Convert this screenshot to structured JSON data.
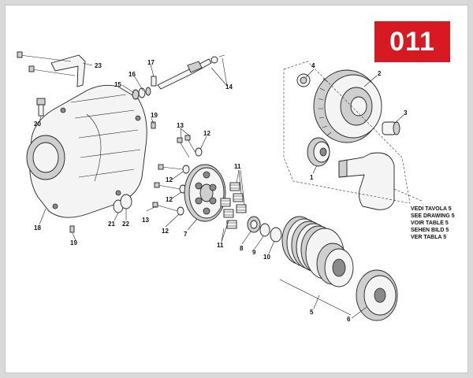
{
  "badge": {
    "text": "011",
    "color": "#d71a21"
  },
  "callouts": {
    "c1": "1",
    "c2": "2",
    "c3": "3",
    "c4": "4",
    "c5": "5",
    "c6": "6",
    "c7": "7",
    "c8": "8",
    "c9": "9",
    "c10": "10",
    "c11a": "11",
    "c11b": "11",
    "c12a": "12",
    "c12b": "12",
    "c12c": "12",
    "c12d": "12",
    "c13a": "13",
    "c13b": "13",
    "c14": "14",
    "c15": "15",
    "c16": "16",
    "c17": "17",
    "c18": "18",
    "c19a": "19",
    "c19b": "19",
    "c20": "20",
    "c21": "21",
    "c22": "22",
    "c23": "23"
  },
  "reference_note": {
    "line1": "VEDI TAVOLA 5",
    "line2": "SEE DRAWING 5",
    "line3": "VOIR TABLE 5",
    "line4": "SEHEN BILD 5",
    "line5": "VER TABLA 5"
  }
}
